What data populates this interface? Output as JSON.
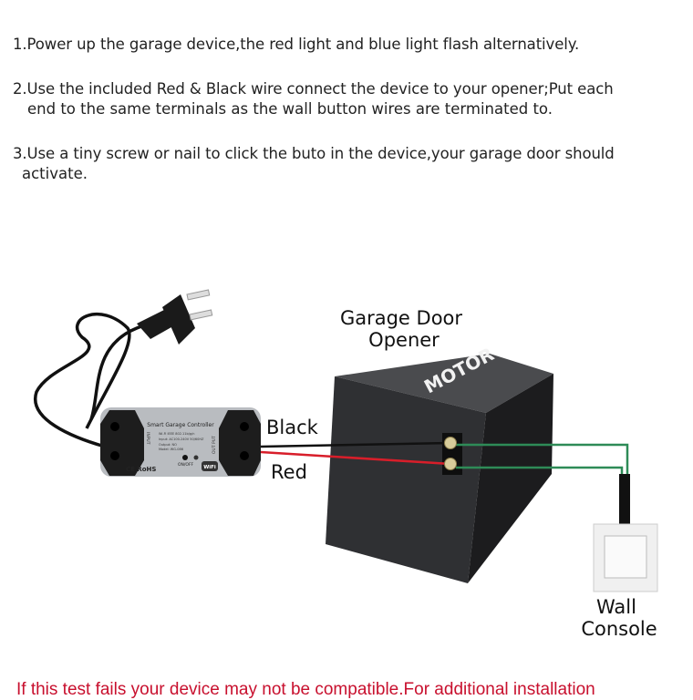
{
  "instructions": {
    "steps": [
      {
        "line1": "1.Power up the garage device,the red light and blue light flash alternatively.",
        "line2": ""
      },
      {
        "line1": "2.Use the included Red & Black wire connect the device to your opener;Put each",
        "line2": "end to the same terminals as the wall button wires are terminated to."
      },
      {
        "line1": "3.Use a tiny screw or nail to click the buto in the device,your garage door should",
        "line2": "activate."
      }
    ]
  },
  "diagram": {
    "opener_label_1": "Garage Door",
    "opener_label_2": "Opener",
    "motor_label": "MOTOR",
    "wire_black": "Black",
    "wire_red": "Red",
    "wall_label_1": "Wall",
    "wall_label_2": "Console",
    "device": {
      "title": "Smart Garage Controller",
      "spec_1": "Wi-Fi IEEE 802.11b/g/n",
      "spec_2": "Input: AC100-240V 50/60HZ",
      "spec_3": "Output: NO",
      "spec_4": "Model: WG-086",
      "input_label": "INPUT",
      "output_label": "OUT PUT",
      "button_label": "ON/OFF",
      "cert": "CE RoHS",
      "wifi": "WiFi"
    },
    "colors": {
      "black_wire": "#111111",
      "red_wire": "#d81e2a",
      "green_wire": "#2e8b57",
      "motor": "#2f3033"
    }
  },
  "warning": "If this test fails your device may not be compatible.For additional installation"
}
